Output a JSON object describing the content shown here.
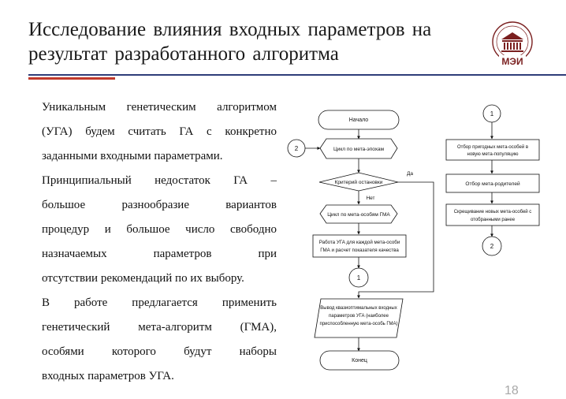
{
  "title": {
    "line1": "Исследование влияния входных параметров на",
    "line2": "результат разработанного алгоритма"
  },
  "logo": {
    "icon": "university-building-icon",
    "text": "МЭИ"
  },
  "body": {
    "lines": [
      "Уникальным генетическим алгоритмом",
      "(УГА) будем считать ГА с конкретно",
      "заданными входными параметрами.",
      "Принципиальный недостаток ГА –",
      "большое разнообразие вариантов",
      "процедур и большое число свободно",
      "назначаемых параметров при",
      "отсутствии рекомендаций по их выбору.",
      "В работе предлагается применить",
      "генетический мета-алгоритм (ГМА),",
      "особями которого будут наборы",
      "входных параметров УГА."
    ]
  },
  "flowchart": {
    "start": "Начало",
    "loop_epochs": "Цикл по мета-эпохам",
    "stop_criterion": "Критерий остановки",
    "yes": "Да",
    "no": "Нет",
    "loop_individuals": "Цикл по мета-особям ГМА",
    "run_uga": [
      "Работа УГА для каждой мета-особи",
      "ГМА и расчет показателя качества"
    ],
    "output": [
      "Вывод квазиоптимальных входных",
      "параметров УГА (наиболее",
      "приспособленную мета-особь ГМА)"
    ],
    "end": "Конец",
    "select_fit": [
      "Отбор пригодных мета-особей в",
      "новую мета-популяцию"
    ],
    "select_parents": "Отбор мета-родителей",
    "crossover": [
      "Скрещивание новых мета-особей с",
      "отобранными ранее"
    ],
    "connector_1": "1",
    "connector_2": "2"
  },
  "page_number": "18",
  "colors": {
    "title_rule": "#2e3d79",
    "accent_rule": "#c0392b"
  }
}
